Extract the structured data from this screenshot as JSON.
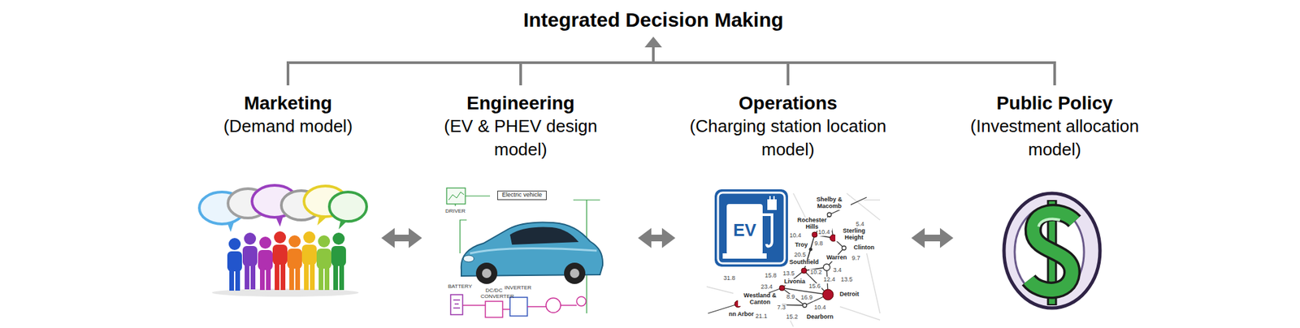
{
  "diagram": {
    "title": "Integrated Decision Making",
    "nodes": [
      {
        "text": [
          "Marketing",
          "(Demand model)"
        ]
      },
      {
        "text": [
          "Engineering",
          "(EV & PHEV design model)"
        ]
      },
      {
        "text": [
          "Operations",
          "(Charging station location model)"
        ]
      },
      {
        "text": [
          "Public Policy",
          "(Investment allocation model)"
        ]
      }
    ],
    "edges": [
      {
        "from": 0,
        "to": 1,
        "arrow": "both"
      },
      {
        "from": 1,
        "to": 2,
        "arrow": "both"
      },
      {
        "from": 2,
        "to": 3,
        "arrow": "both"
      }
    ],
    "labels": [
      "Electric vehicle",
      "DRIVER",
      "BATTERY",
      "DC/DC CONVERTER",
      "INVERTER",
      "EV",
      "Shelby & Macomb",
      "Rochester Hills",
      "Sterling Height",
      "5.4",
      "10.4",
      "10.4",
      "Troy",
      "9.8",
      "Clinton",
      "20.5",
      "Warren",
      "9.7",
      "Southfield",
      "13.5",
      "10.2",
      "3.4",
      "15.8",
      "12.4",
      "13.5",
      "Livonia",
      "15.6",
      "31.8",
      "23.4",
      "Westland & Canton",
      "8.9",
      "16.9",
      "Detroit",
      "7.3",
      "10.4",
      "nn Arbor",
      "21.1",
      "15.2",
      "Dearborn"
    ]
  }
}
